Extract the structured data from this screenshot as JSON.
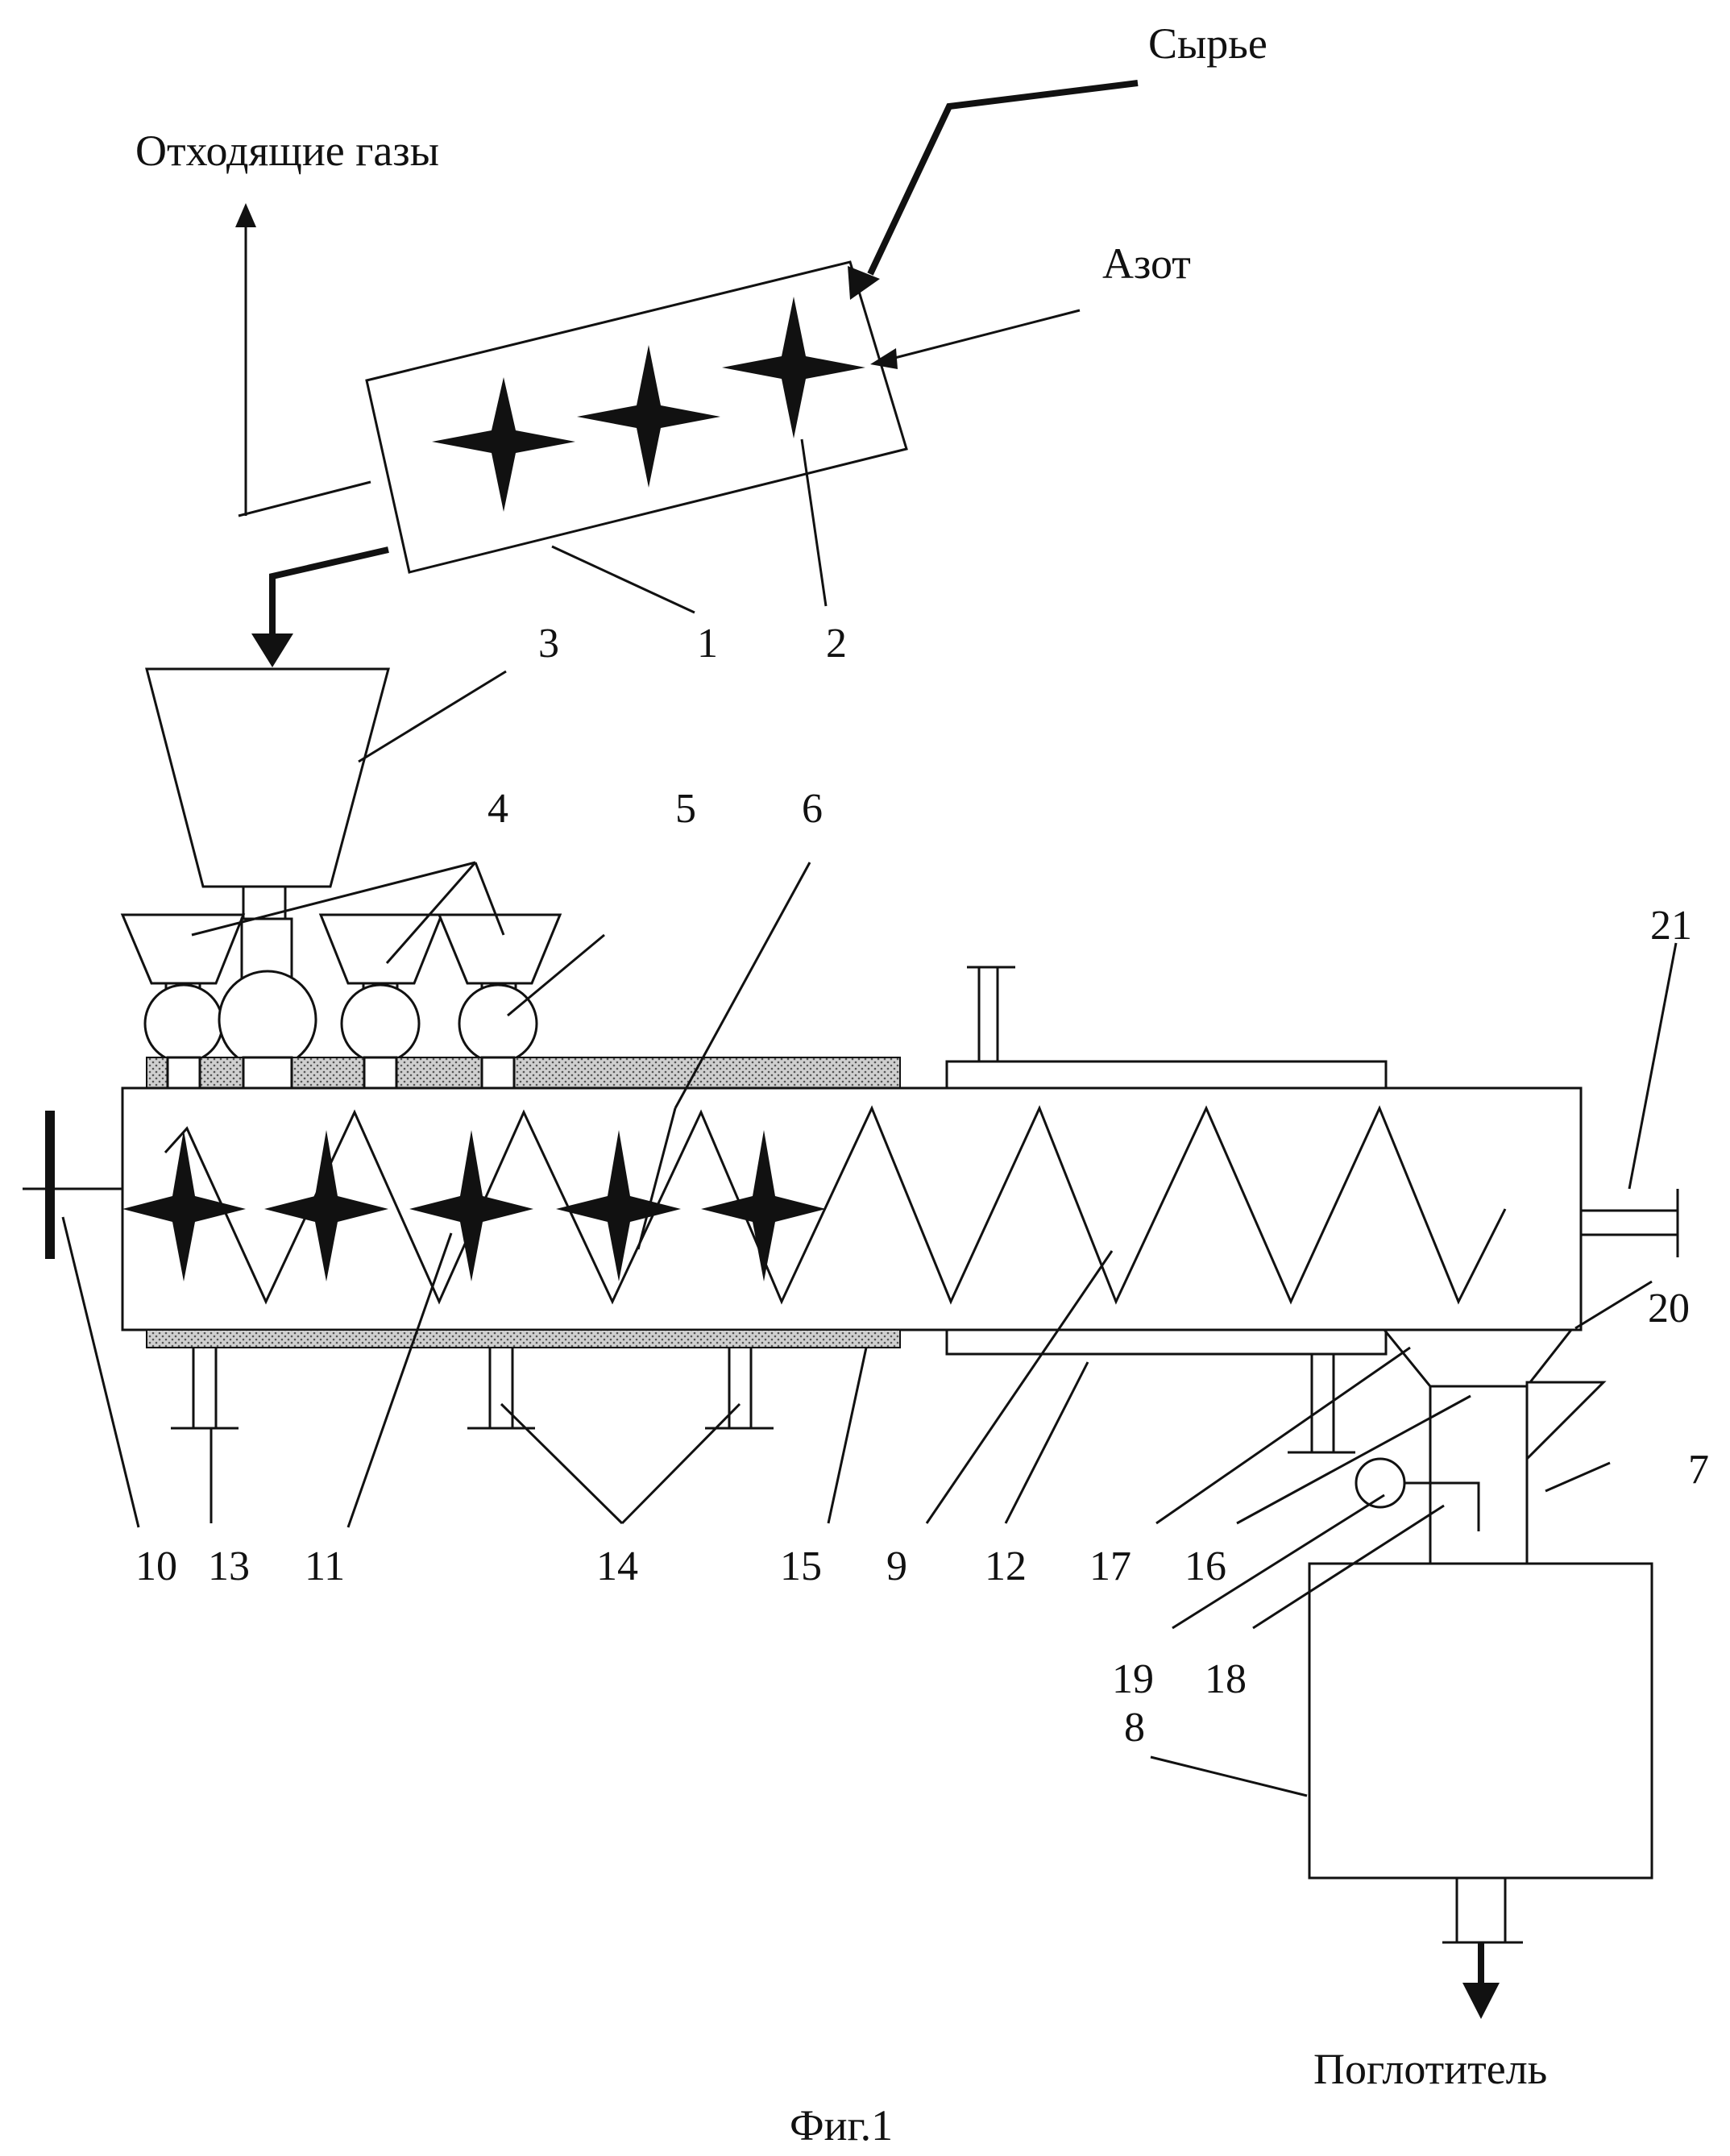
{
  "labels": {
    "raw": "Сырье",
    "exhaust": "Отходящие газы",
    "nitrogen": "Азот",
    "absorbent": "Поглотитель",
    "caption": "Фиг.1"
  },
  "numbers": {
    "n1": "1",
    "n2": "2",
    "n3": "3",
    "n4": "4",
    "n5": "5",
    "n6": "6",
    "n7": "7",
    "n8": "8",
    "n9": "9",
    "n10": "10",
    "n11": "11",
    "n12": "12",
    "n13": "13",
    "n14": "14",
    "n15": "15",
    "n16": "16",
    "n17": "17",
    "n18": "18",
    "n19": "19",
    "n20": "20",
    "n21": "21"
  }
}
